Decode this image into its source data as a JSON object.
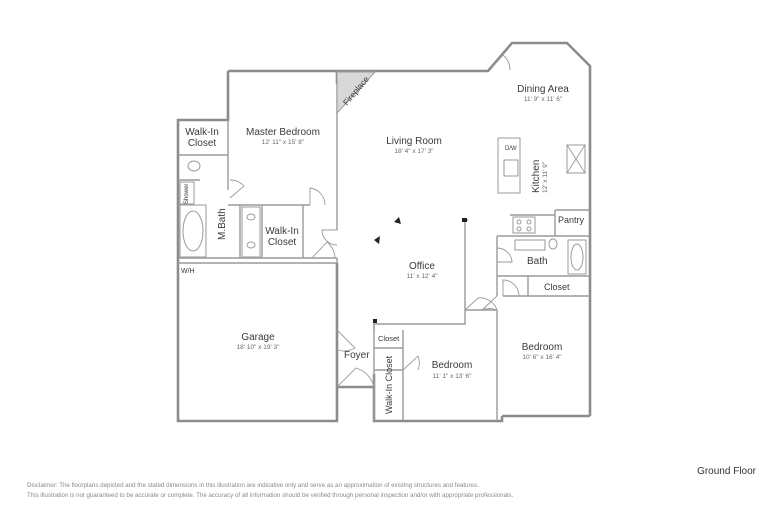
{
  "floor_name": "Ground Floor",
  "disclaimer": {
    "line1": "Disclaimer: The floorplans depicted and the stated dimensions in this illustration are indicative only and serve as an approximation of existing structures and features.",
    "line2": "This illustration is not guaranteed to be accurate or complete. The accuracy of all information should be verified through personal inspection and/or with appropriate professionals."
  },
  "rooms": {
    "dining": {
      "name": "Dining Area",
      "dims": "11' 9\" x 11' 6\""
    },
    "living": {
      "name": "Living Room",
      "dims": "18' 4\" x 17' 3\""
    },
    "master": {
      "name": "Master Bedroom",
      "dims": "12' 11\" x 15' 8\""
    },
    "walkin_top": {
      "name1": "Walk-In",
      "name2": "Closet"
    },
    "walkin_mid": {
      "name1": "Walk-In",
      "name2": "Closet"
    },
    "mbath": {
      "name": "M.Bath"
    },
    "shower": {
      "name": "Shower"
    },
    "wh": {
      "name": "W/H"
    },
    "fireplace": {
      "name": "Fireplace"
    },
    "kitchen": {
      "name": "Kitchen",
      "dims": "12' x 11' 9\""
    },
    "dw": {
      "name": "D/W"
    },
    "pantry": {
      "name": "Pantry"
    },
    "bath": {
      "name": "Bath"
    },
    "closet_right": {
      "name": "Closet"
    },
    "office": {
      "name": "Office",
      "dims": "11' x 12' 4\""
    },
    "garage": {
      "name": "Garage",
      "dims": "18' 10\" x 19' 3\""
    },
    "foyer": {
      "name": "Foyer"
    },
    "closet_foyer": {
      "name": "Closet"
    },
    "bedroom_mid": {
      "name": "Bedroom",
      "dims": "11' 1\" x 13' 6\""
    },
    "bedroom_right": {
      "name": "Bedroom",
      "dims": "10' 6\" x 16' 4\""
    },
    "walkin_bottom": {
      "name": "Walk-In Closet"
    }
  }
}
